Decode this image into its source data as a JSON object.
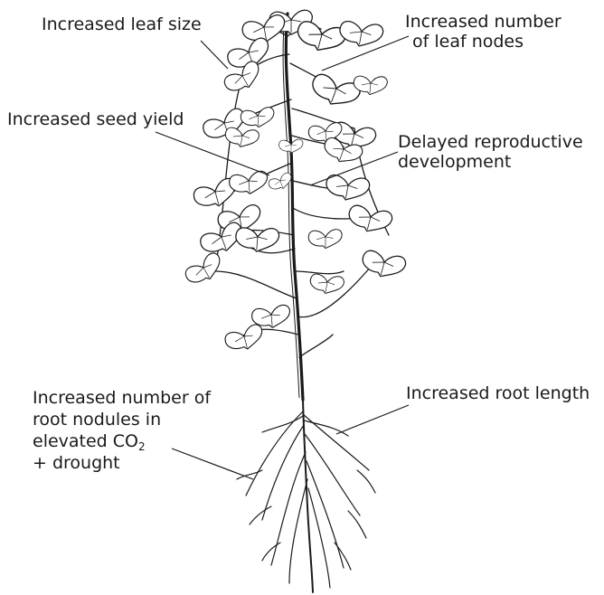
{
  "labels": {
    "leaf_size": "Increased leaf size",
    "leaf_nodes": [
      "Increased number",
      "of leaf nodes"
    ],
    "seed_yield": "Increased seed yield",
    "reproductive": [
      "Delayed reproductive",
      "development"
    ],
    "root_nodules": {
      "line1": "Increased number of",
      "line2": "root nodules in",
      "line3_prefix": "elevated CO",
      "line3_subscript": "2",
      "line4": "+ drought"
    },
    "root_length": "Increased root length"
  },
  "colors": {
    "ink": "#1a1a1a",
    "background": "#ffffff"
  }
}
